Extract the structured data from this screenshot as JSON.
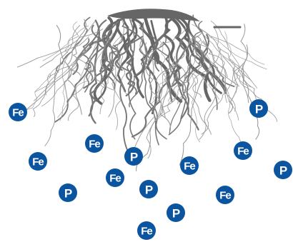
{
  "colors": {
    "root_dark": "#666666",
    "root_mid": "#777777",
    "root_fine": "#9a9a9a",
    "nutrient_fill": "#0b55a0",
    "nutrient_text": "#ffffff",
    "background": "#ffffff"
  },
  "nutrients": [
    {
      "label": "Fe"
    },
    {
      "label": "P"
    },
    {
      "label": "Fe"
    },
    {
      "label": "Fe"
    },
    {
      "label": "Fe"
    },
    {
      "label": "P"
    },
    {
      "label": "P"
    },
    {
      "label": "Fe"
    },
    {
      "label": "Fe"
    },
    {
      "label": "P"
    },
    {
      "label": "P"
    },
    {
      "label": "Fe"
    },
    {
      "label": "P"
    },
    {
      "label": "Fe"
    }
  ]
}
